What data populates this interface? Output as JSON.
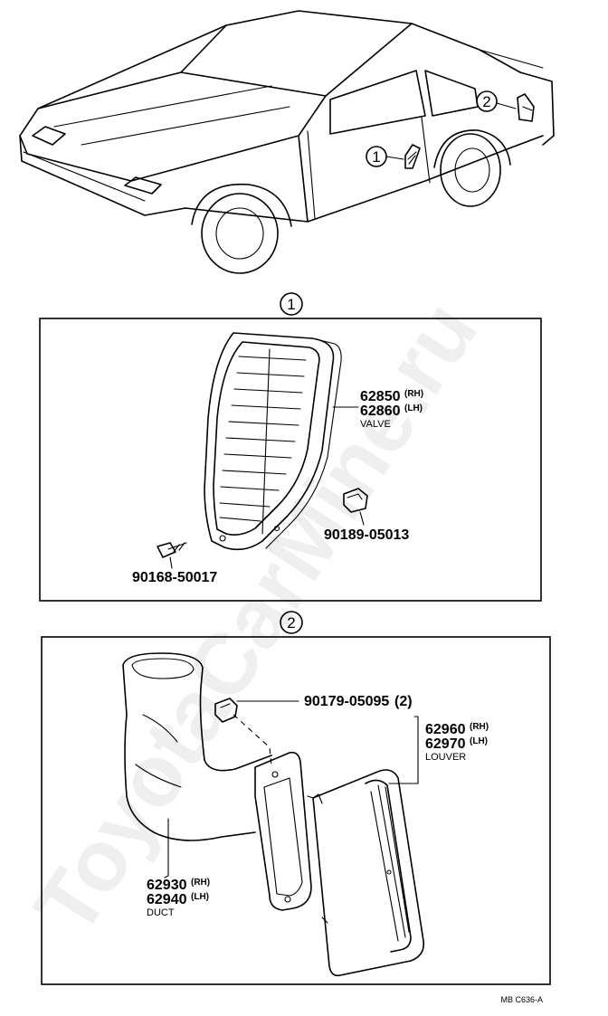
{
  "callouts": {
    "one": "1",
    "two": "2"
  },
  "section1": {
    "valve": {
      "part_rh": "62850",
      "suffix_rh": "(RH)",
      "part_lh": "62860",
      "suffix_lh": "(LH)",
      "name": "VALVE"
    },
    "clip": {
      "part": "90189-05013"
    },
    "screw": {
      "part": "90168-50017"
    }
  },
  "section2": {
    "clip": {
      "part": "90179-05095",
      "qty": "(2)"
    },
    "louver": {
      "part_rh": "62960",
      "suffix_rh": "(RH)",
      "part_lh": "62970",
      "suffix_lh": "(LH)",
      "name": "LOUVER"
    },
    "duct": {
      "part_rh": "62930",
      "suffix_rh": "(RH)",
      "part_lh": "62940",
      "suffix_lh": "(LH)",
      "name": "DUCT"
    }
  },
  "footer": {
    "code": "MB  C636-A"
  },
  "watermark": {
    "text": "ToyotaCarMine.ru"
  }
}
